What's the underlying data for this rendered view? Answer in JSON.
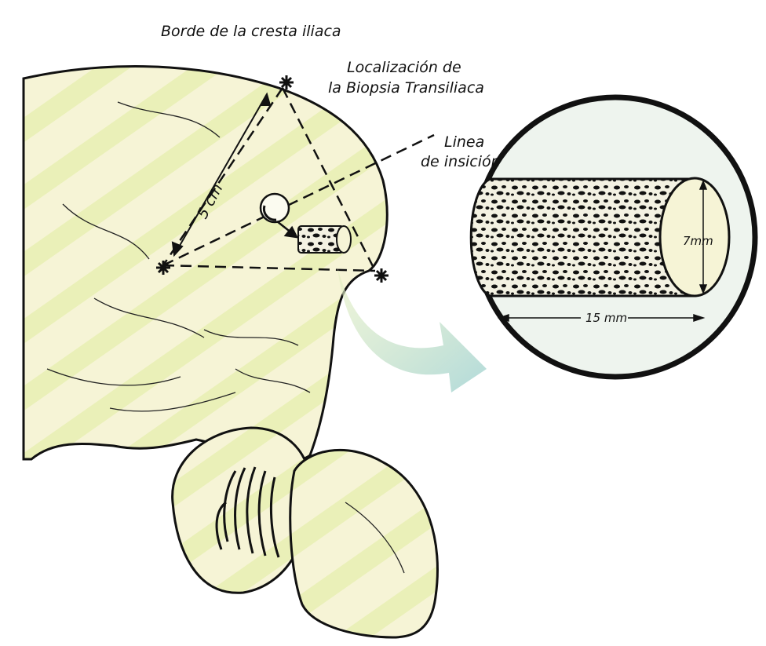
{
  "labels": {
    "iliac_crest_edge": "Borde de la cresta iliaca",
    "biopsy_location_line1": "Localización de",
    "biopsy_location_line2": "la Biopsia Transiliaca",
    "incision_line_1": "Linea",
    "incision_line_2": "de insición",
    "distance": "5 cm",
    "core_diameter": "7mm",
    "core_length": "15 mm"
  },
  "colors": {
    "bone_fill": "#f6f4d6",
    "bone_stripe": "#e9efb6",
    "ink": "#111111",
    "magnifier_bg": "#eef4ee",
    "arrow": "#b9dcd6"
  }
}
